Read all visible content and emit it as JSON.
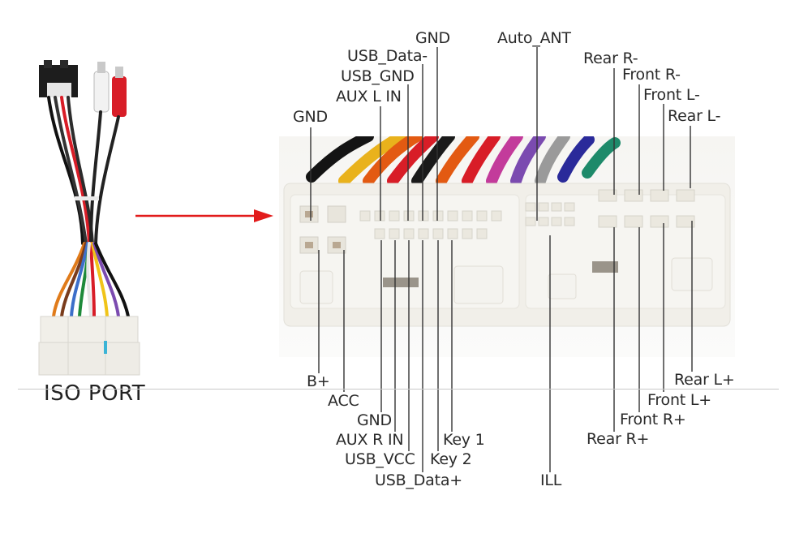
{
  "caption": "ISO PORT",
  "colors": {
    "arrow": "#e21b1b",
    "connector_body": "#f1efe9",
    "leader_line": "#333333",
    "divider": "#c8c8c8"
  },
  "top_labels": {
    "gnd_left": "GND",
    "aux_l_in": "AUX L IN",
    "usb_gnd": "USB_GND",
    "usb_data_minus": "USB_Data-",
    "gnd_top": "GND",
    "auto_ant": "Auto_ANT",
    "rear_r_minus": "Rear R-",
    "front_r_minus": "Front R-",
    "front_l_minus": "Front L-",
    "rear_l_minus": "Rear L-"
  },
  "bottom_labels": {
    "b_plus": "B+",
    "acc": "ACC",
    "gnd_bottom": "GND",
    "aux_r_in": "AUX R IN",
    "usb_vcc": "USB_VCC",
    "usb_data_plus": "USB_Data+",
    "key_1": "Key 1",
    "key_2": "Key 2",
    "ill": "ILL",
    "rear_l_plus": "Rear L+",
    "front_l_plus": "Front L+",
    "front_r_plus": "Front R+",
    "rear_r_plus": "Rear R+"
  }
}
